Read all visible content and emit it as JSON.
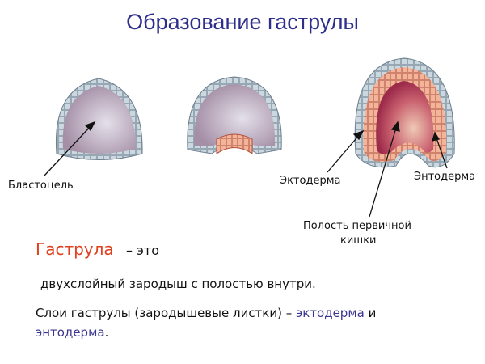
{
  "title": "Образование гаструлы",
  "labels": {
    "blastocoel": "Бластоцель",
    "ectoderm": "Эктодерма",
    "endoderm": "Энтодерма",
    "gut_cavity_line1": "Полость первичной",
    "gut_cavity_line2": "кишки"
  },
  "definition": {
    "term": "Гаструла",
    "dash_text": "– это",
    "line1": "двухслойный зародыш с полостью внутри.",
    "line2_prefix": "Слои гаструлы (зародышевые листки) – ",
    "line2_ectoderm": "эктодерма",
    "line2_and": " и",
    "line3_endoderm": "энтодерма",
    "line3_period": "."
  },
  "colors": {
    "title": "#2e2f8c",
    "term": "#e0401e",
    "accent": "#3b3791",
    "ectoderm_cells": "#c9d6df",
    "endoderm_cells": "#f2b39a",
    "blastocoel": "#c6b8cc",
    "gut_cavity": "#c2506a"
  }
}
